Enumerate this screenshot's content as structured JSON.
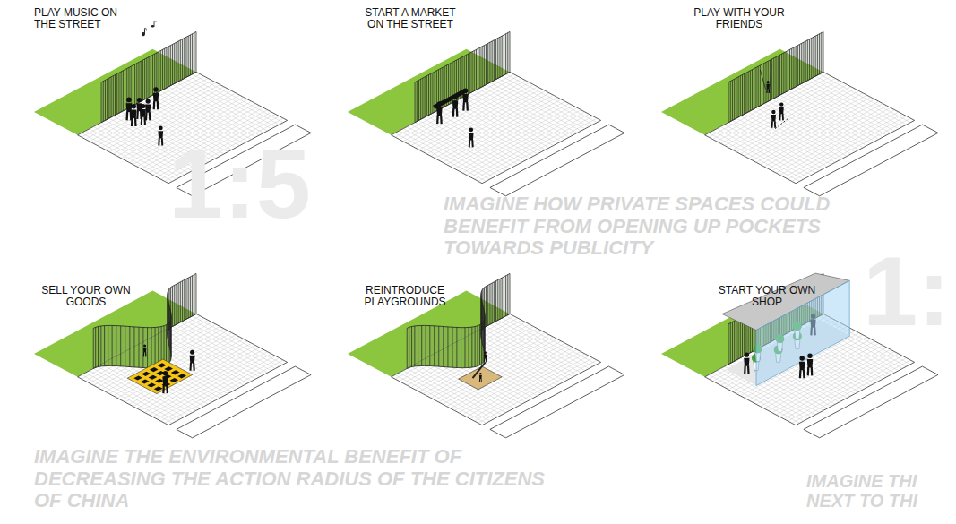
{
  "diagram": {
    "labels": [
      "PLAY MUSIC ON THE STREET",
      "START A MARKET ON THE STREET",
      "PLAY WITH YOUR FRIENDS",
      "SELL YOUR OWN GOODS",
      "REINTRODUCE PLAYGROUNDS",
      "START YOUR OWN SHOP",
      "1:5",
      "IMAGINE HOW PRIVATE SPACES COULD BENEFIT FROM OPENING UP POCKETS TOWARDS PUBLICITY",
      "1:",
      "IMAGINE THE ENVIRONMENTAL BENEFIT OF DECREASING THE ACTION RADIUS OF THE CITIZENS OF CHINA",
      "IMAGINE THI NEXT TO THI"
    ]
  }
}
